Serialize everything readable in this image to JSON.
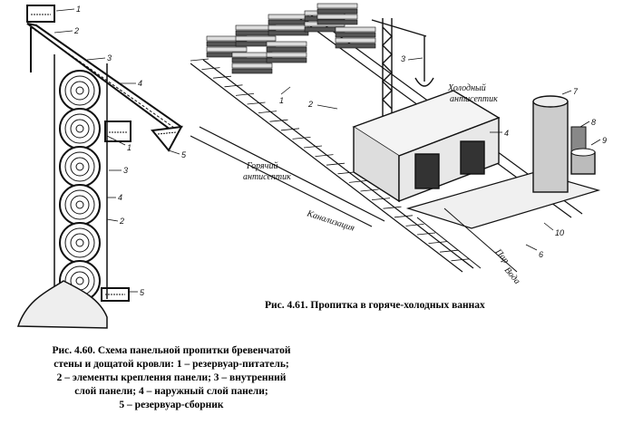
{
  "left_figure": {
    "callouts": [
      "1",
      "2",
      "3",
      "4",
      "1",
      "3",
      "4",
      "2",
      "5",
      "5"
    ]
  },
  "right_figure": {
    "labels": {
      "cold": [
        "Холодный",
        "антисептик"
      ],
      "hot": [
        "Горячий",
        "антисептик"
      ],
      "sewer": "Канализация",
      "steam": "Пар",
      "water": "Вода"
    },
    "callouts": [
      "1",
      "2",
      "3",
      "4",
      "7",
      "8",
      "9",
      "10",
      "6"
    ]
  },
  "captions": {
    "right": "Рис. 4.61. Пропитка в горяче-холодных ваннах",
    "left_lines": [
      "Рис. 4.60. Схема панельной пропитки бревенчатой",
      "стены и дощатой кровли: 1 – резервуар-питатель;",
      "2 – элементы крепления панели; 3 – внутренний",
      "слой панели; 4 – наружный слой панели;",
      "5 – резервуар-сборник"
    ]
  }
}
